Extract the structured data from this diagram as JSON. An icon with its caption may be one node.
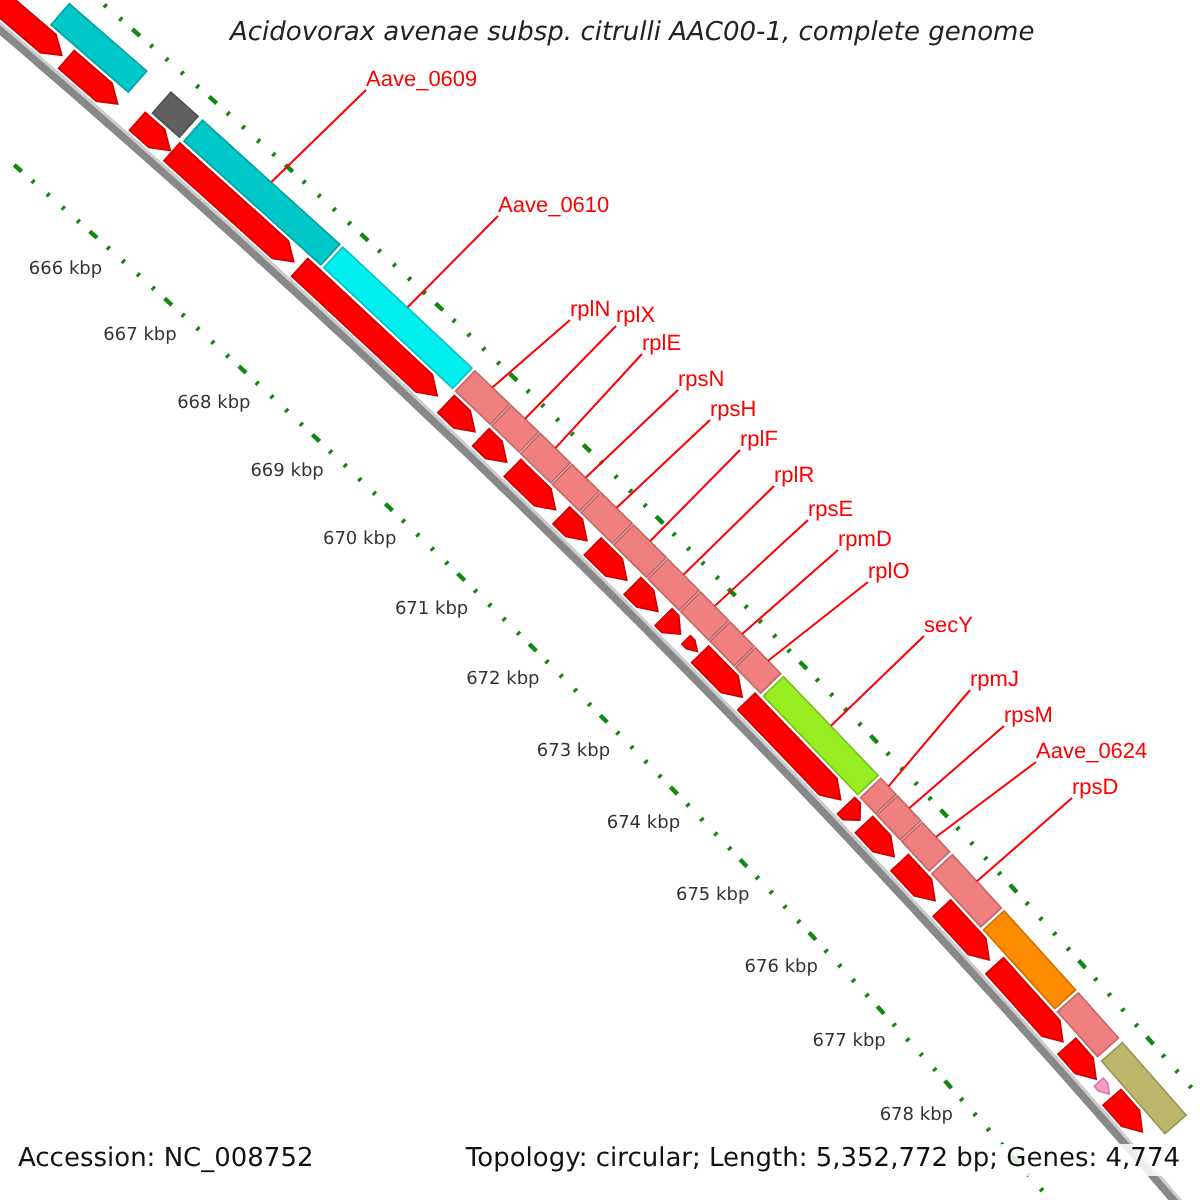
{
  "diagram": {
    "title": "Acidovorax avenae subsp. citrulli AAC00-1, complete genome",
    "nodes": [
      {
        "text": [
          "Aave_0609"
        ]
      },
      {
        "text": [
          "Aave_0610"
        ]
      },
      {
        "text": [
          "rplN"
        ]
      },
      {
        "text": [
          "rplX"
        ]
      },
      {
        "text": [
          "rplE"
        ]
      },
      {
        "text": [
          "rpsN"
        ]
      },
      {
        "text": [
          "rpsH"
        ]
      },
      {
        "text": [
          "rplF"
        ]
      },
      {
        "text": [
          "rplR"
        ]
      },
      {
        "text": [
          "rpsE"
        ]
      },
      {
        "text": [
          "rpmD"
        ]
      },
      {
        "text": [
          "rplO"
        ]
      },
      {
        "text": [
          "secY"
        ]
      },
      {
        "text": [
          "rpmJ"
        ]
      },
      {
        "text": [
          "rpsM"
        ]
      },
      {
        "text": [
          "Aave_0624"
        ]
      },
      {
        "text": [
          "rpsD"
        ]
      },
      {
        "text": [],
        "shape": "bar"
      },
      {
        "text": [],
        "shape": "bar"
      },
      {
        "text": [],
        "shape": "bar"
      },
      {
        "text": [],
        "shape": "bar"
      },
      {
        "text": [],
        "shape": "bar"
      },
      {
        "text": [],
        "shape": "bar"
      },
      {
        "text": [],
        "shape": "bar"
      },
      {
        "text": [],
        "shape": "bar"
      },
      {
        "text": [],
        "shape": "bar"
      },
      {
        "text": [],
        "shape": "bar"
      },
      {
        "text": [],
        "shape": "bar"
      },
      {
        "text": [],
        "shape": "bar"
      },
      {
        "text": [],
        "shape": "bar"
      },
      {
        "text": [],
        "shape": "bar"
      },
      {
        "text": [],
        "shape": "bar"
      },
      {
        "text": [],
        "shape": "bar"
      },
      {
        "text": [],
        "shape": "bar"
      },
      {
        "text": [],
        "shape": "bar"
      },
      {
        "text": [],
        "shape": "bar"
      },
      {
        "text": [],
        "shape": "bar"
      },
      {
        "text": [],
        "shape": "bar"
      },
      {
        "text": [],
        "shape": "bar"
      },
      {
        "text": [],
        "shape": "arrow"
      },
      {
        "text": [],
        "shape": "arrow"
      },
      {
        "text": [],
        "shape": "arrow"
      },
      {
        "text": [],
        "shape": "arrow"
      },
      {
        "text": [],
        "shape": "arrow"
      },
      {
        "text": [],
        "shape": "arrow"
      },
      {
        "text": [],
        "shape": "arrow"
      },
      {
        "text": [],
        "shape": "arrow"
      },
      {
        "text": [],
        "shape": "arrow"
      },
      {
        "text": [],
        "shape": "arrow"
      },
      {
        "text": [],
        "shape": "arrow"
      },
      {
        "text": [],
        "shape": "arrow"
      },
      {
        "text": [],
        "shape": "arrow"
      },
      {
        "text": [],
        "shape": "arrow"
      },
      {
        "text": [],
        "shape": "arrow"
      },
      {
        "text": [],
        "shape": "arrow"
      },
      {
        "text": [],
        "shape": "arrow"
      },
      {
        "text": [],
        "shape": "arrow"
      },
      {
        "text": [],
        "shape": "arrow"
      },
      {
        "text": [],
        "shape": "arrow"
      },
      {
        "text": [],
        "shape": "arrow"
      },
      {
        "text": [],
        "shape": "arrow"
      },
      {
        "text": [],
        "shape": "arrow"
      }
    ],
    "edges": [
      {
        "from": 0,
        "to": 19,
        "arrow": "none"
      },
      {
        "from": 1,
        "to": 20,
        "arrow": "none"
      },
      {
        "from": 2,
        "to": 21,
        "arrow": "none"
      },
      {
        "from": 3,
        "to": 22,
        "arrow": "none"
      },
      {
        "from": 4,
        "to": 23,
        "arrow": "none"
      },
      {
        "from": 5,
        "to": 24,
        "arrow": "none"
      },
      {
        "from": 6,
        "to": 25,
        "arrow": "none"
      },
      {
        "from": 7,
        "to": 26,
        "arrow": "none"
      },
      {
        "from": 8,
        "to": 27,
        "arrow": "none"
      },
      {
        "from": 9,
        "to": 28,
        "arrow": "none"
      },
      {
        "from": 10,
        "to": 29,
        "arrow": "none"
      },
      {
        "from": 11,
        "to": 30,
        "arrow": "none"
      },
      {
        "from": 12,
        "to": 31,
        "arrow": "none"
      },
      {
        "from": 13,
        "to": 32,
        "arrow": "none"
      },
      {
        "from": 14,
        "to": 33,
        "arrow": "none"
      },
      {
        "from": 15,
        "to": 34,
        "arrow": "none"
      },
      {
        "from": 16,
        "to": 35,
        "arrow": "none"
      }
    ],
    "labels": [
      "666 kbp",
      "667 kbp",
      "668 kbp",
      "669 kbp",
      "670 kbp",
      "671 kbp",
      "672 kbp",
      "673 kbp",
      "674 kbp",
      "675 kbp",
      "676 kbp",
      "677 kbp",
      "678 kbp",
      "Accession: NC_008752",
      "Topology: circular; Length: 5,352,772 bp; Genes: 4,774"
    ]
  }
}
